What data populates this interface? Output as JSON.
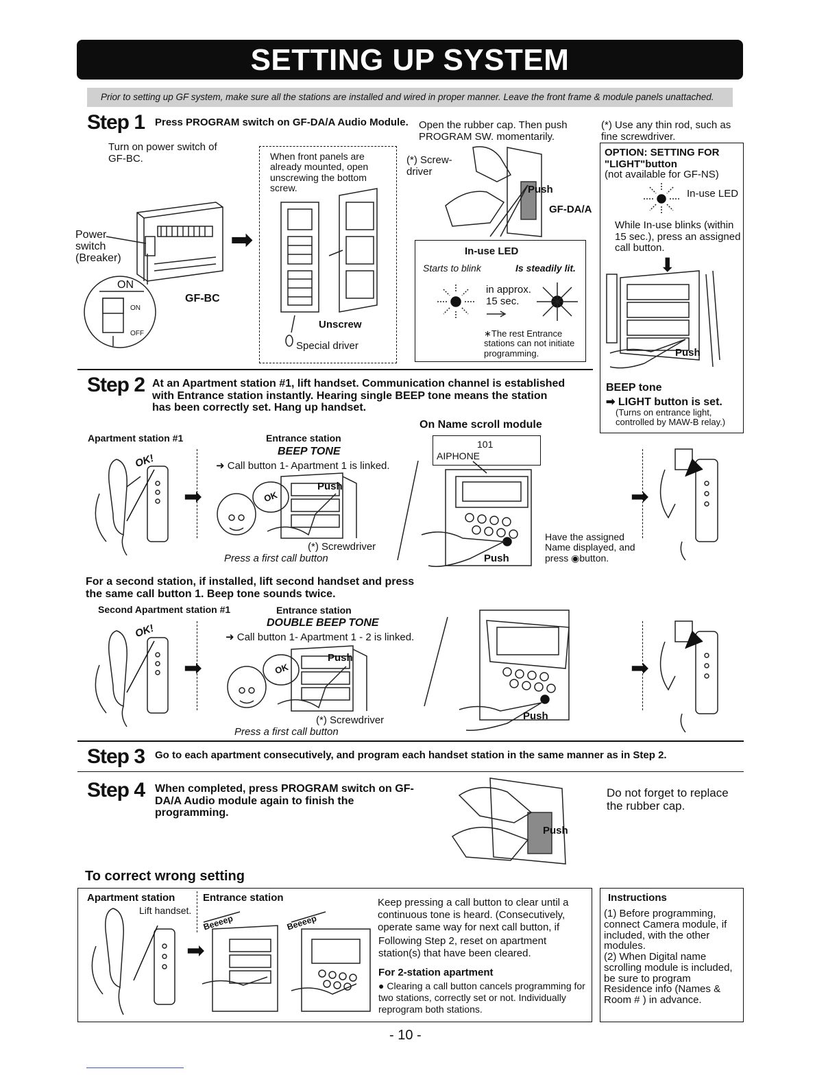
{
  "title": "SETTING UP SYSTEM",
  "prior_note": "Prior to setting up GF system, make sure all the stations are installed and wired in proper manner.  Leave the front frame & module panels unattached.",
  "step1": {
    "label": "Step 1",
    "heading": "Press PROGRAM switch on GF-DA/A Audio Module.",
    "open_cap": "Open the rubber cap. Then push PROGRAM SW. momentarily.",
    "thin_rod": "(*) Use any thin rod, such as fine screwdriver.",
    "turn_on": "Turn on power switch of GF-BC.",
    "power_switch": "Power switch (Breaker)",
    "on_label": "ON",
    "on_small": "ON",
    "off_small": "OFF",
    "gfbc": "GF-BC",
    "front_panels": "When front panels are already mounted, open unscrewing the bottom screw.",
    "unscrew": "Unscrew",
    "special_driver": "Special driver",
    "screwdriver_star": "(*) Screw-driver",
    "push": "Push",
    "gfda": "GF-DA/A",
    "led_title": "In-use LED",
    "led_blink": "Starts to blink",
    "led_lit": "Is steadily lit.",
    "led_approx": "in approx. 15 sec.",
    "led_note": "∗The rest Entrance stations can not initiate programming."
  },
  "option": {
    "title": "OPTION: SETTING FOR \"LIGHT\"button",
    "not_available": "(not available for GF-NS)",
    "inuse_led": "In-use LED",
    "while_blinks": "While In-use blinks (within 15 sec.), press an assigned call button.",
    "push": "Push",
    "beep_tone": "BEEP tone",
    "light_set": "LIGHT button is set.",
    "turns_on": "(Turns on entrance light, controlled by MAW-B relay.)"
  },
  "step2": {
    "label": "Step 2",
    "heading": "At an Apartment station #1, lift handset. Communication channel is established with Entrance station instantly. Hearing single BEEP tone means the station has been correctly set. Hang up handset.",
    "apt1": "Apartment station #1",
    "ok": "OK!",
    "entrance": "Entrance station",
    "beep_tone": "BEEP TONE",
    "call_linked": "Call button 1- Apartment 1 is linked.",
    "push": "Push",
    "ok_bubble": "OK",
    "screwdriver": "(*) Screwdriver",
    "press_first": "Press a first call button",
    "name_scroll": "On Name scroll module",
    "display_number": "101",
    "display_name": "AIPHONE",
    "push2": "Push",
    "have_assigned": "Have the assigned Name displayed, and press",
    "button_word": "button.",
    "second_heading": "For a second station, if installed, lift second handset and press the same call button 1. Beep tone sounds twice.",
    "second_apt": "Second Apartment station #1",
    "entrance2": "Entrance station",
    "double_beep": "DOUBLE BEEP TONE",
    "call_linked2": "Call button 1- Apartment 1 - 2 is linked.",
    "push3": "Push",
    "ok_bubble2": "OK",
    "ok2": "OK!",
    "screwdriver2": "(*) Screwdriver",
    "press_first2": "Press a first call button",
    "push4": "Push"
  },
  "step3": {
    "label": "Step 3",
    "text": "Go to each apartment consecutively, and program each handset station in the same manner as in Step 2."
  },
  "step4": {
    "label": "Step 4",
    "text": "When completed, press PROGRAM switch on GF-DA/A Audio module again to finish the programming.",
    "push": "Push",
    "replace_cap": "Do not forget to replace the rubber cap."
  },
  "correct": {
    "heading": "To correct wrong setting",
    "apt_station": "Apartment station",
    "lift_handset": "Lift handset.",
    "entrance_station": "Entrance station",
    "beeeep1": "Beeeep",
    "beeeep2": "Beeeep",
    "keep_pressing": "Keep pressing a call button to clear until a continuous tone is heard. (Consecutively, operate same way for next call button, if",
    "following": "Following Step 2, reset on apartment station(s) that have been cleared.",
    "two_station_title": "For 2-station apartment",
    "two_station_text": "Clearing a call button cancels programming for two stations, correctly set or not. Individually reprogram both stations."
  },
  "instructions": {
    "title": "Instructions",
    "item1": "(1) Before programming, connect Camera module, if included, with the other modules.",
    "item2": "(2) When Digital name scrolling module is included, be sure to program Residence info (Names & Room # ) in advance."
  },
  "page_number": "- 10 -"
}
